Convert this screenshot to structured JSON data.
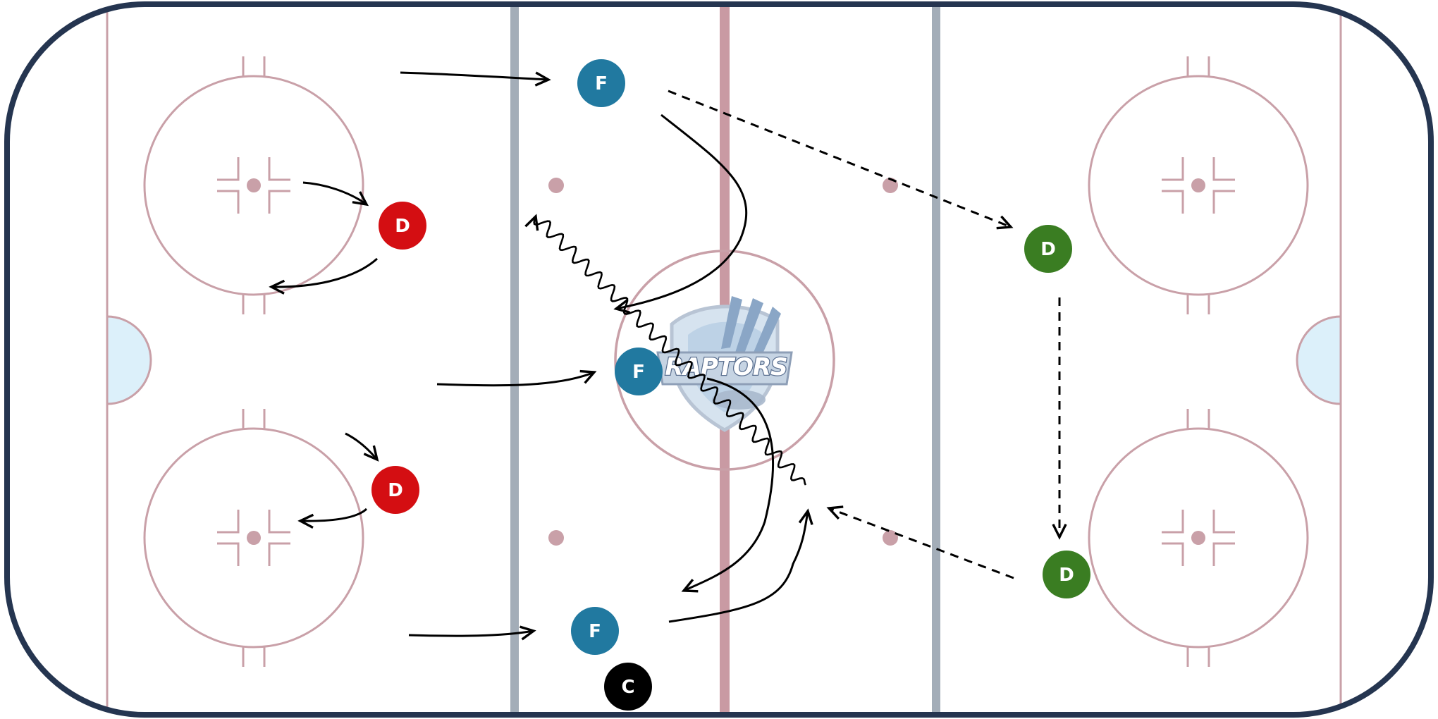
{
  "colors": {
    "board": "#253550",
    "ice": "#ffffff",
    "marking": "#c9a0a8",
    "red_line": "#c99aa3",
    "blue_line": "#a3adb8",
    "crease": "#dcf0fa",
    "forward": "#2179a0",
    "defense_red": "#d40e12",
    "defense_green": "#3a7d22",
    "coach": "#000000",
    "arrow": "#000000"
  },
  "logo": {
    "text": "RAPTORS",
    "icon": "raptor-claw-shield-icon"
  },
  "players": [
    {
      "id": "forward-top",
      "label": "F",
      "role": "forward"
    },
    {
      "id": "forward-center",
      "label": "F",
      "role": "forward"
    },
    {
      "id": "forward-bottom",
      "label": "F",
      "role": "forward"
    },
    {
      "id": "defense-red-top",
      "label": "D",
      "role": "defense_red"
    },
    {
      "id": "defense-red-bottom",
      "label": "D",
      "role": "defense_red"
    },
    {
      "id": "defense-green-top",
      "label": "D",
      "role": "defense_green"
    },
    {
      "id": "defense-green-bottom",
      "label": "D",
      "role": "defense_green"
    },
    {
      "id": "coach",
      "label": "C",
      "role": "coach"
    }
  ],
  "arrows": [
    {
      "id": "skate-forward-top",
      "style": "skate"
    },
    {
      "id": "skate-forward-center",
      "style": "skate"
    },
    {
      "id": "skate-forward-bottom",
      "style": "skate"
    },
    {
      "id": "skate-defense-top-in",
      "style": "skate"
    },
    {
      "id": "skate-defense-top-out",
      "style": "skate"
    },
    {
      "id": "skate-defense-bottom-in",
      "style": "skate"
    },
    {
      "id": "skate-defense-bottom-out",
      "style": "skate"
    },
    {
      "id": "skate-forward-top-curl",
      "style": "skate"
    },
    {
      "id": "skate-forward-center-curl",
      "style": "skate"
    },
    {
      "id": "skate-forward-bottom-curl",
      "style": "skate"
    },
    {
      "id": "pass-forward-top-to-defense",
      "style": "pass"
    },
    {
      "id": "pass-defense-to-defense",
      "style": "pass"
    },
    {
      "id": "pass-defense-to-slot",
      "style": "pass"
    },
    {
      "id": "puck-carry-diagonal",
      "style": "carry"
    }
  ]
}
